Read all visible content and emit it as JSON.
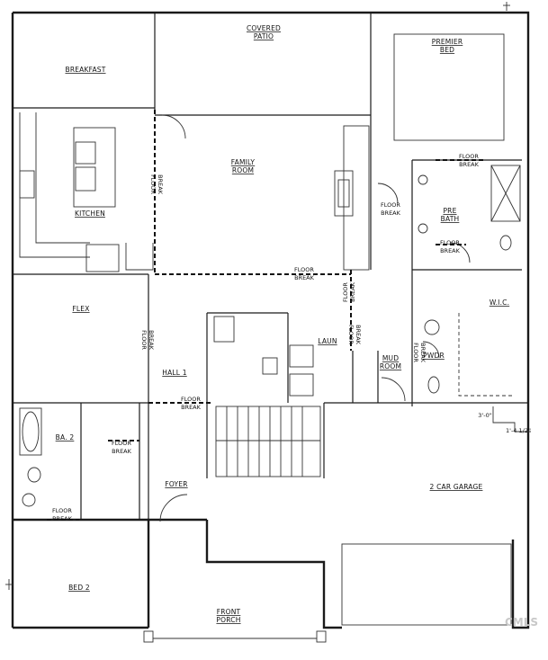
{
  "rooms": {
    "covered_patio": [
      "COVERED",
      "PATIO"
    ],
    "breakfast": "BREAKFAST",
    "premier_bed": [
      "PREMIER",
      "BED"
    ],
    "family_room": [
      "FAMILY",
      "ROOM"
    ],
    "kitchen": "KITCHEN",
    "pre_bath": [
      "PRE",
      "BATH"
    ],
    "flex": "FLEX",
    "wic": "W.I.C.",
    "laun": "LAUN",
    "mud_room": [
      "MUD",
      "ROOM"
    ],
    "pwdr": "PWDR",
    "hall_1": "HALL 1",
    "ba_2": "BA. 2",
    "foyer": "FOYER",
    "garage": "2 CAR GARAGE",
    "bed_2": "BED 2",
    "front_porch": [
      "FRONT",
      "PORCH"
    ]
  },
  "floor_break": [
    "FLOOR",
    "BREAK"
  ],
  "dimensions": {
    "step_a": "3'-0\"",
    "step_b": "1'-4 1/2\""
  },
  "watermark": "CMLS"
}
